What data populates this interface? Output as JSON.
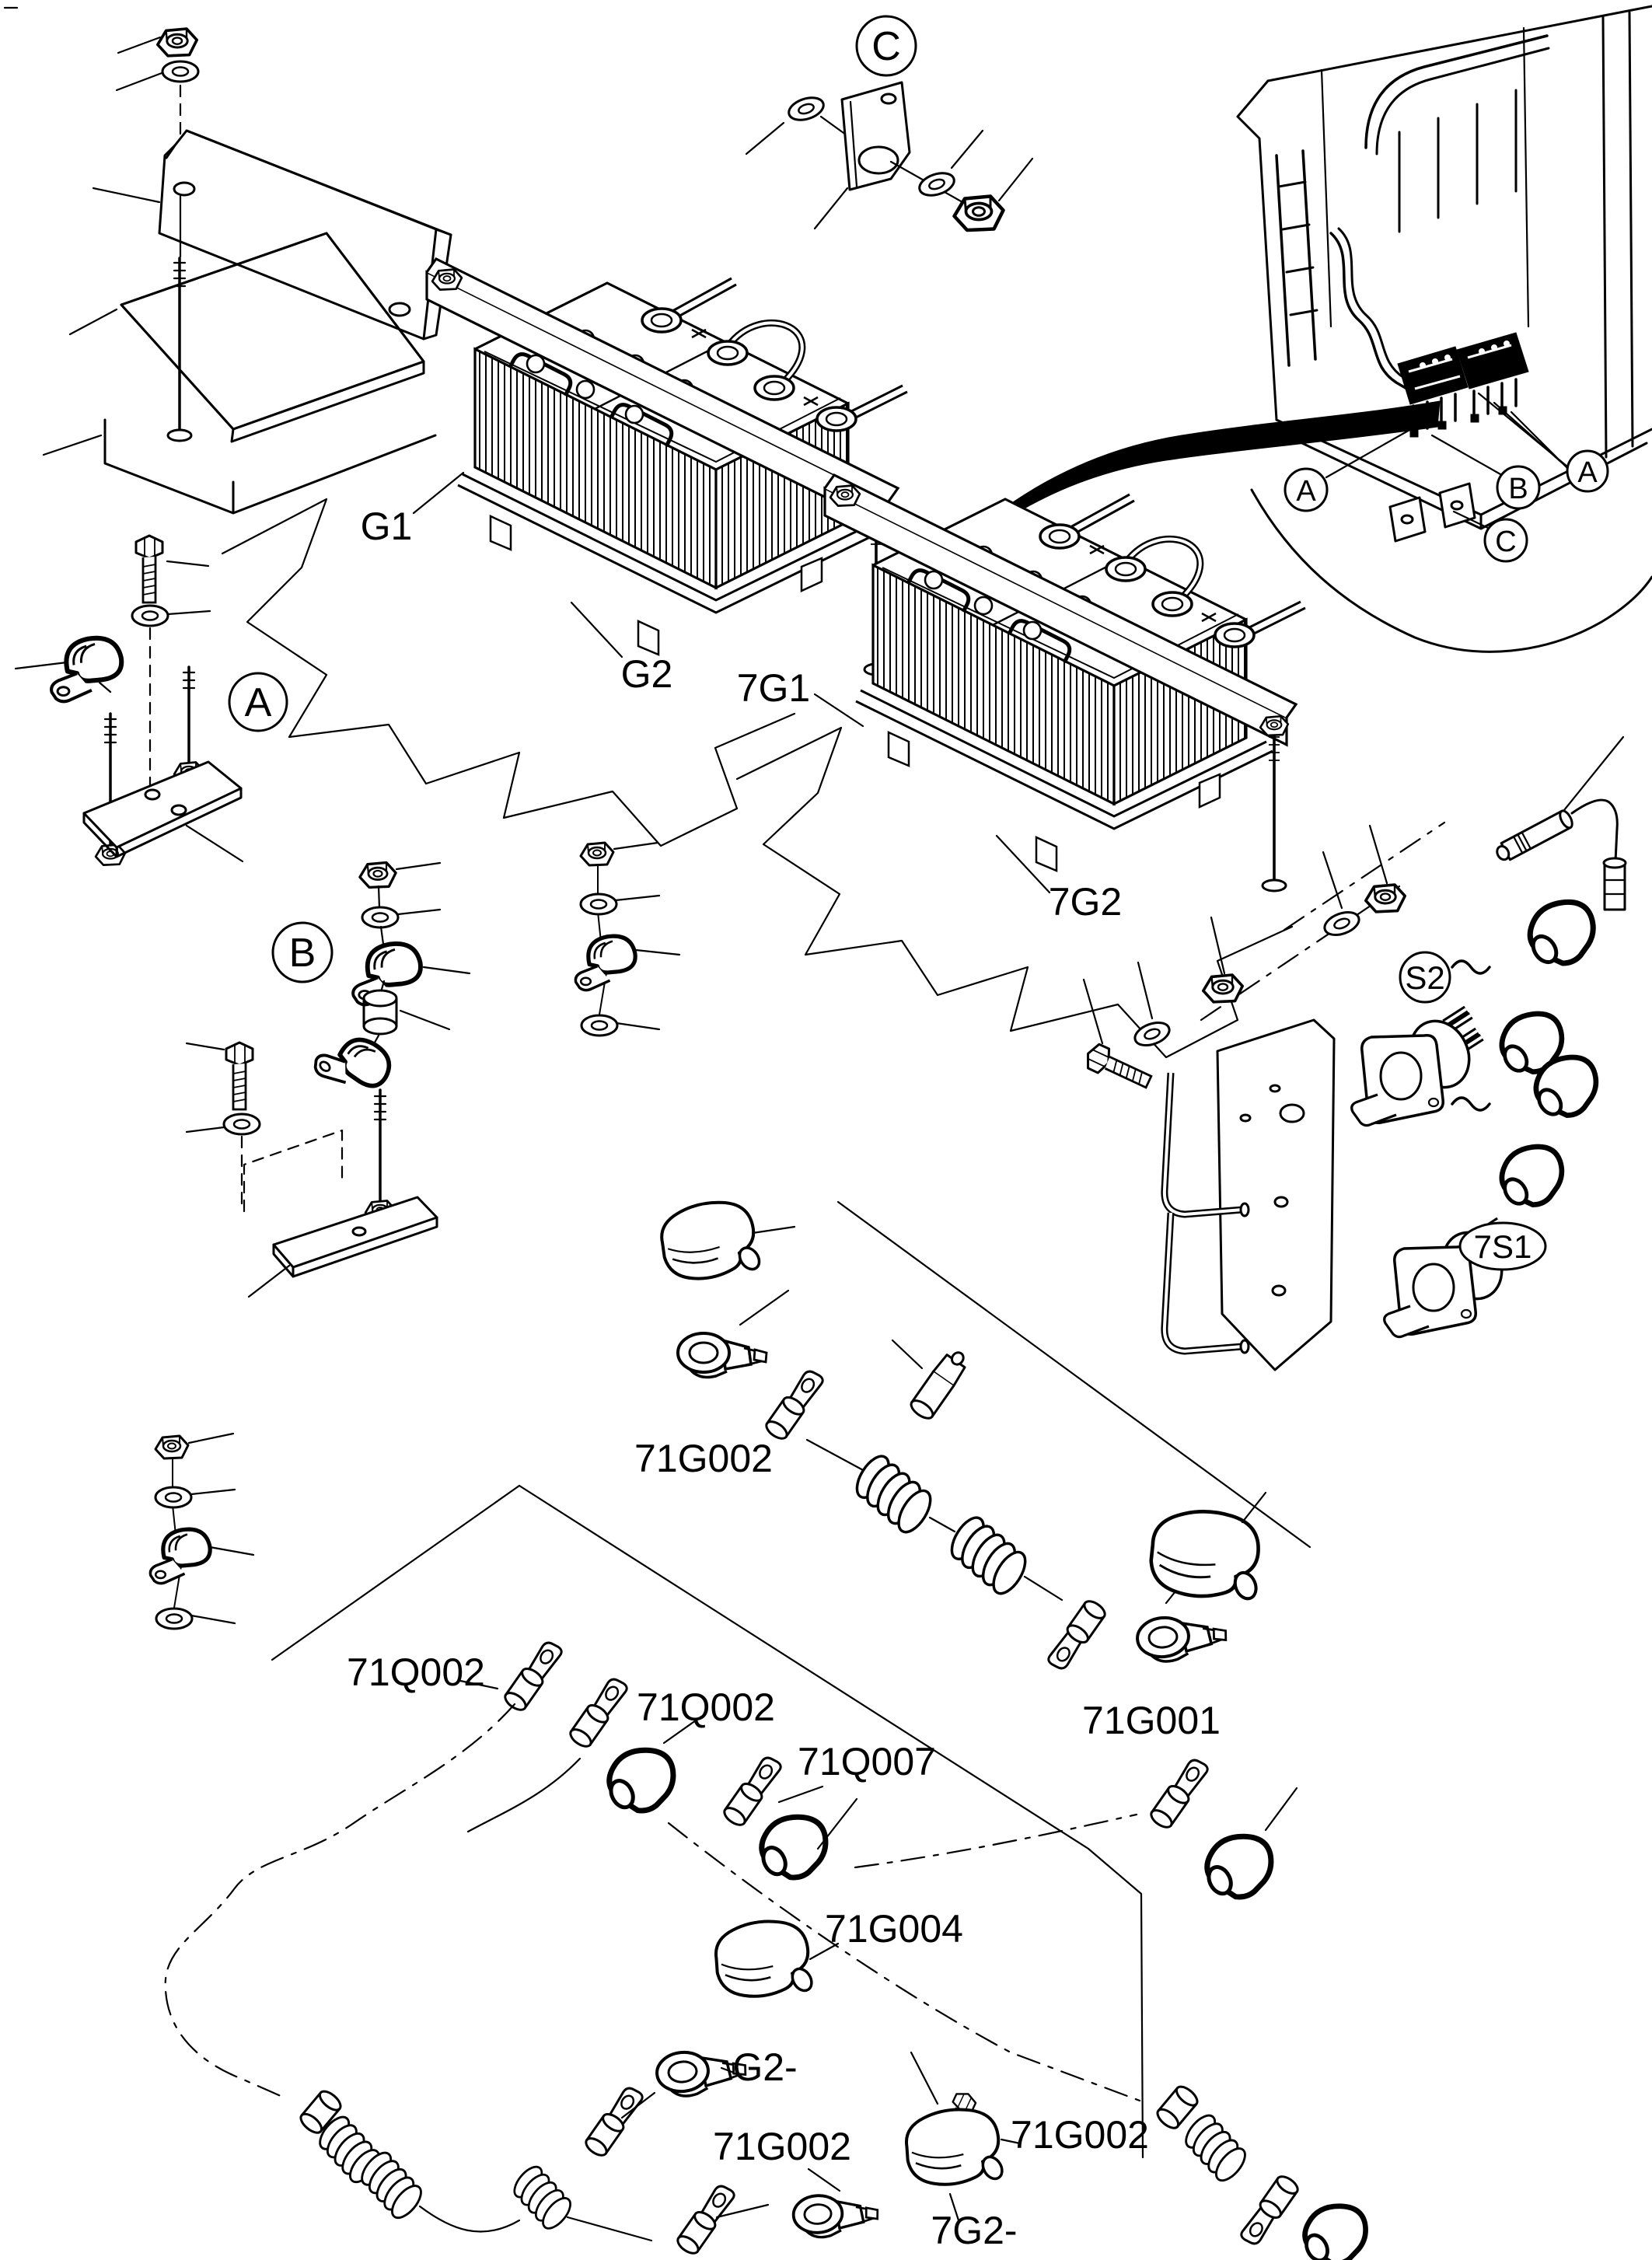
{
  "diagram": {
    "type": "exploded-parts-diagram",
    "subject": "battery and battery cable installation",
    "colors": {
      "background": "#ffffff",
      "ink": "#000000"
    },
    "part_labels": {
      "g1": "G1",
      "g2": "G2",
      "g7g1": "7G1",
      "g7g2": "7G2",
      "cable_main": "71G002",
      "clamp_positive": "71G001",
      "lug_left": "71Q002",
      "lug_right": "71Q002",
      "lug_q007": "71Q007",
      "cover_g004": "71G004",
      "term_g2_minus": "G2-",
      "cable_mid": "71G002",
      "cover_right": "71G002",
      "term_7g2_minus": "7G2-"
    },
    "section_markers": {
      "a": "A",
      "b": "B",
      "c": "C"
    },
    "relay_markers": {
      "s2": "S2",
      "s7s1": "7S1"
    },
    "location_markers": {
      "a_left": "A",
      "a_right": "A",
      "b": "B",
      "c": "C"
    }
  }
}
